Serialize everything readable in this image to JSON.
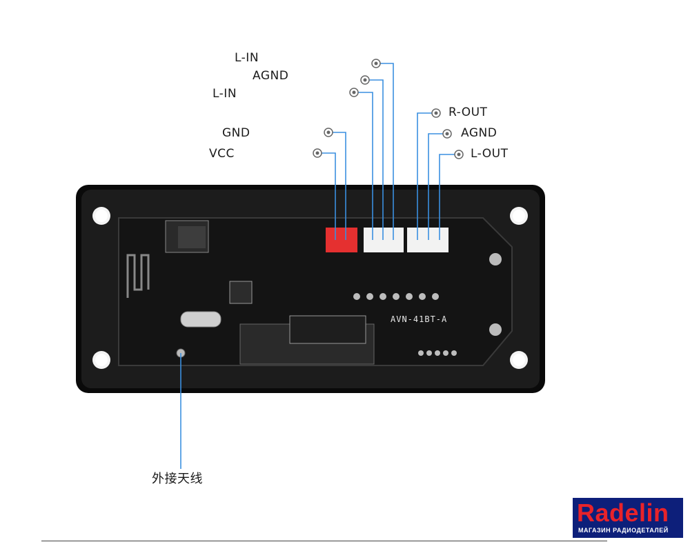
{
  "pins_left": [
    {
      "label": "L-IN"
    },
    {
      "label": "AGND"
    },
    {
      "label": "L-IN"
    },
    {
      "label": "GND"
    },
    {
      "label": "VCC"
    }
  ],
  "pins_right": [
    {
      "label": "R-OUT"
    },
    {
      "label": "AGND"
    },
    {
      "label": "L-OUT"
    }
  ],
  "antenna_label": "外接天线",
  "board_model": "AVN-41BT-A",
  "logo": {
    "name": "Radelin",
    "subtitle": "МАГАЗИН РАДИОДЕТАЛЕЙ"
  },
  "colors": {
    "wire": "#3a8fe0",
    "board": "#141414",
    "frame": "#0a0a0a",
    "red_connector": "#e53030",
    "white_connector": "#f2f2f2",
    "logo_bg": "#0d1f7a",
    "logo_text": "#e8232a"
  }
}
